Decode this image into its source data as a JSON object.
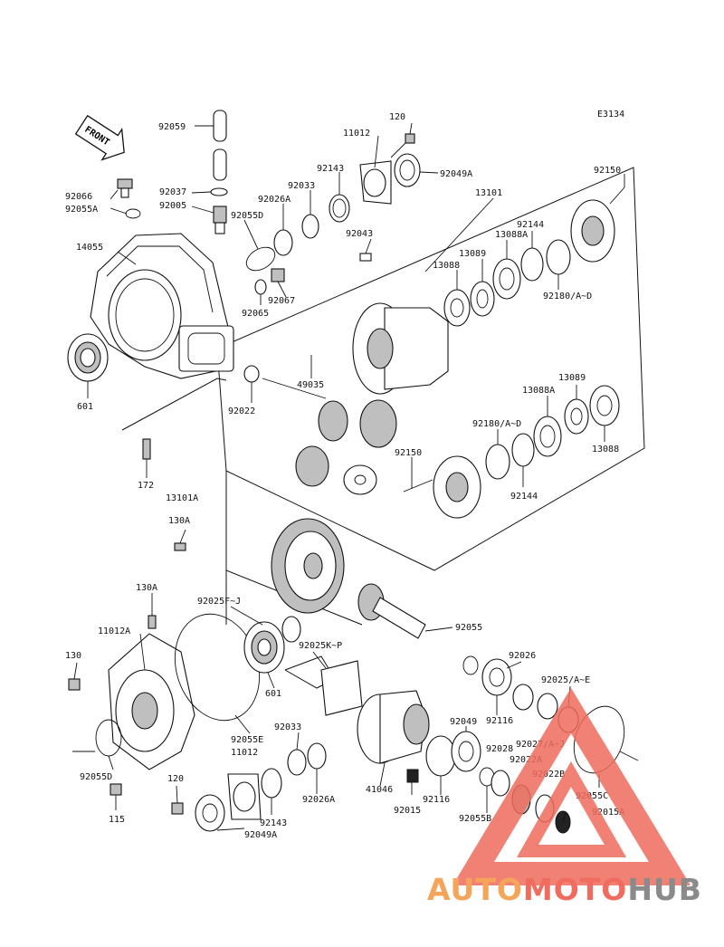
{
  "diagram": {
    "code": "E3134",
    "front_label": "FRONT",
    "parts": {
      "p92059": "92059",
      "p120a": "120",
      "p11012a": "11012",
      "p92143a": "92143",
      "p92049Aa": "92049A",
      "p92150a": "92150",
      "p13101": "13101",
      "p92066": "92066",
      "p92037": "92037",
      "p92033a": "92033",
      "p92055A": "92055A",
      "p92005": "92005",
      "p92026Aa": "92026A",
      "p92055Da": "92055D",
      "p92043": "92043",
      "p13088Aa": "13088A",
      "p92144a": "92144",
      "p14055": "14055",
      "p13089a": "13089",
      "p13088a": "13088",
      "p92067": "92067",
      "p92065": "92065",
      "p92180a": "92180/A~D",
      "p601a": "601",
      "p49035": "49035",
      "p13089b": "13089",
      "p92022": "92022",
      "p13088Ab": "13088A",
      "p92180b": "92180/A~D",
      "p13088b": "13088",
      "p92150b": "92150",
      "p172": "172",
      "p13101A": "13101A",
      "p92144b": "92144",
      "p130Aa": "130A",
      "p130Ab": "130A",
      "p92025FJ": "92025F~J",
      "p11012A": "11012A",
      "p92055": "92055",
      "p130": "130",
      "p92025KP": "92025K~P",
      "p92026": "92026",
      "p601b": "601",
      "p92025AE": "92025/A~E",
      "p92033b": "92033",
      "p92055E": "92055E",
      "p92049": "92049",
      "p92116a": "92116",
      "p11012b": "11012",
      "p92028": "92028",
      "p92027AJ": "92027/A~J",
      "p92022A": "92022A",
      "p92055Db": "92055D",
      "p41046": "41046",
      "p92022B": "92022B",
      "p120b": "120",
      "p92026Ab": "92026A",
      "p92116b": "92116",
      "p92055C": "92055C",
      "p92015": "92015",
      "p92055B": "92055B",
      "p92015A": "92015A",
      "p115": "115",
      "p92143b": "92143",
      "p92049Ab": "92049A"
    }
  },
  "watermark": {
    "text_part1": "AUTO",
    "text_part2": "MOTO",
    "text_part3": "HUB",
    "color_orange": "#f5a55a",
    "color_red": "#ef6c5e",
    "color_gray": "#8a8a8a"
  }
}
